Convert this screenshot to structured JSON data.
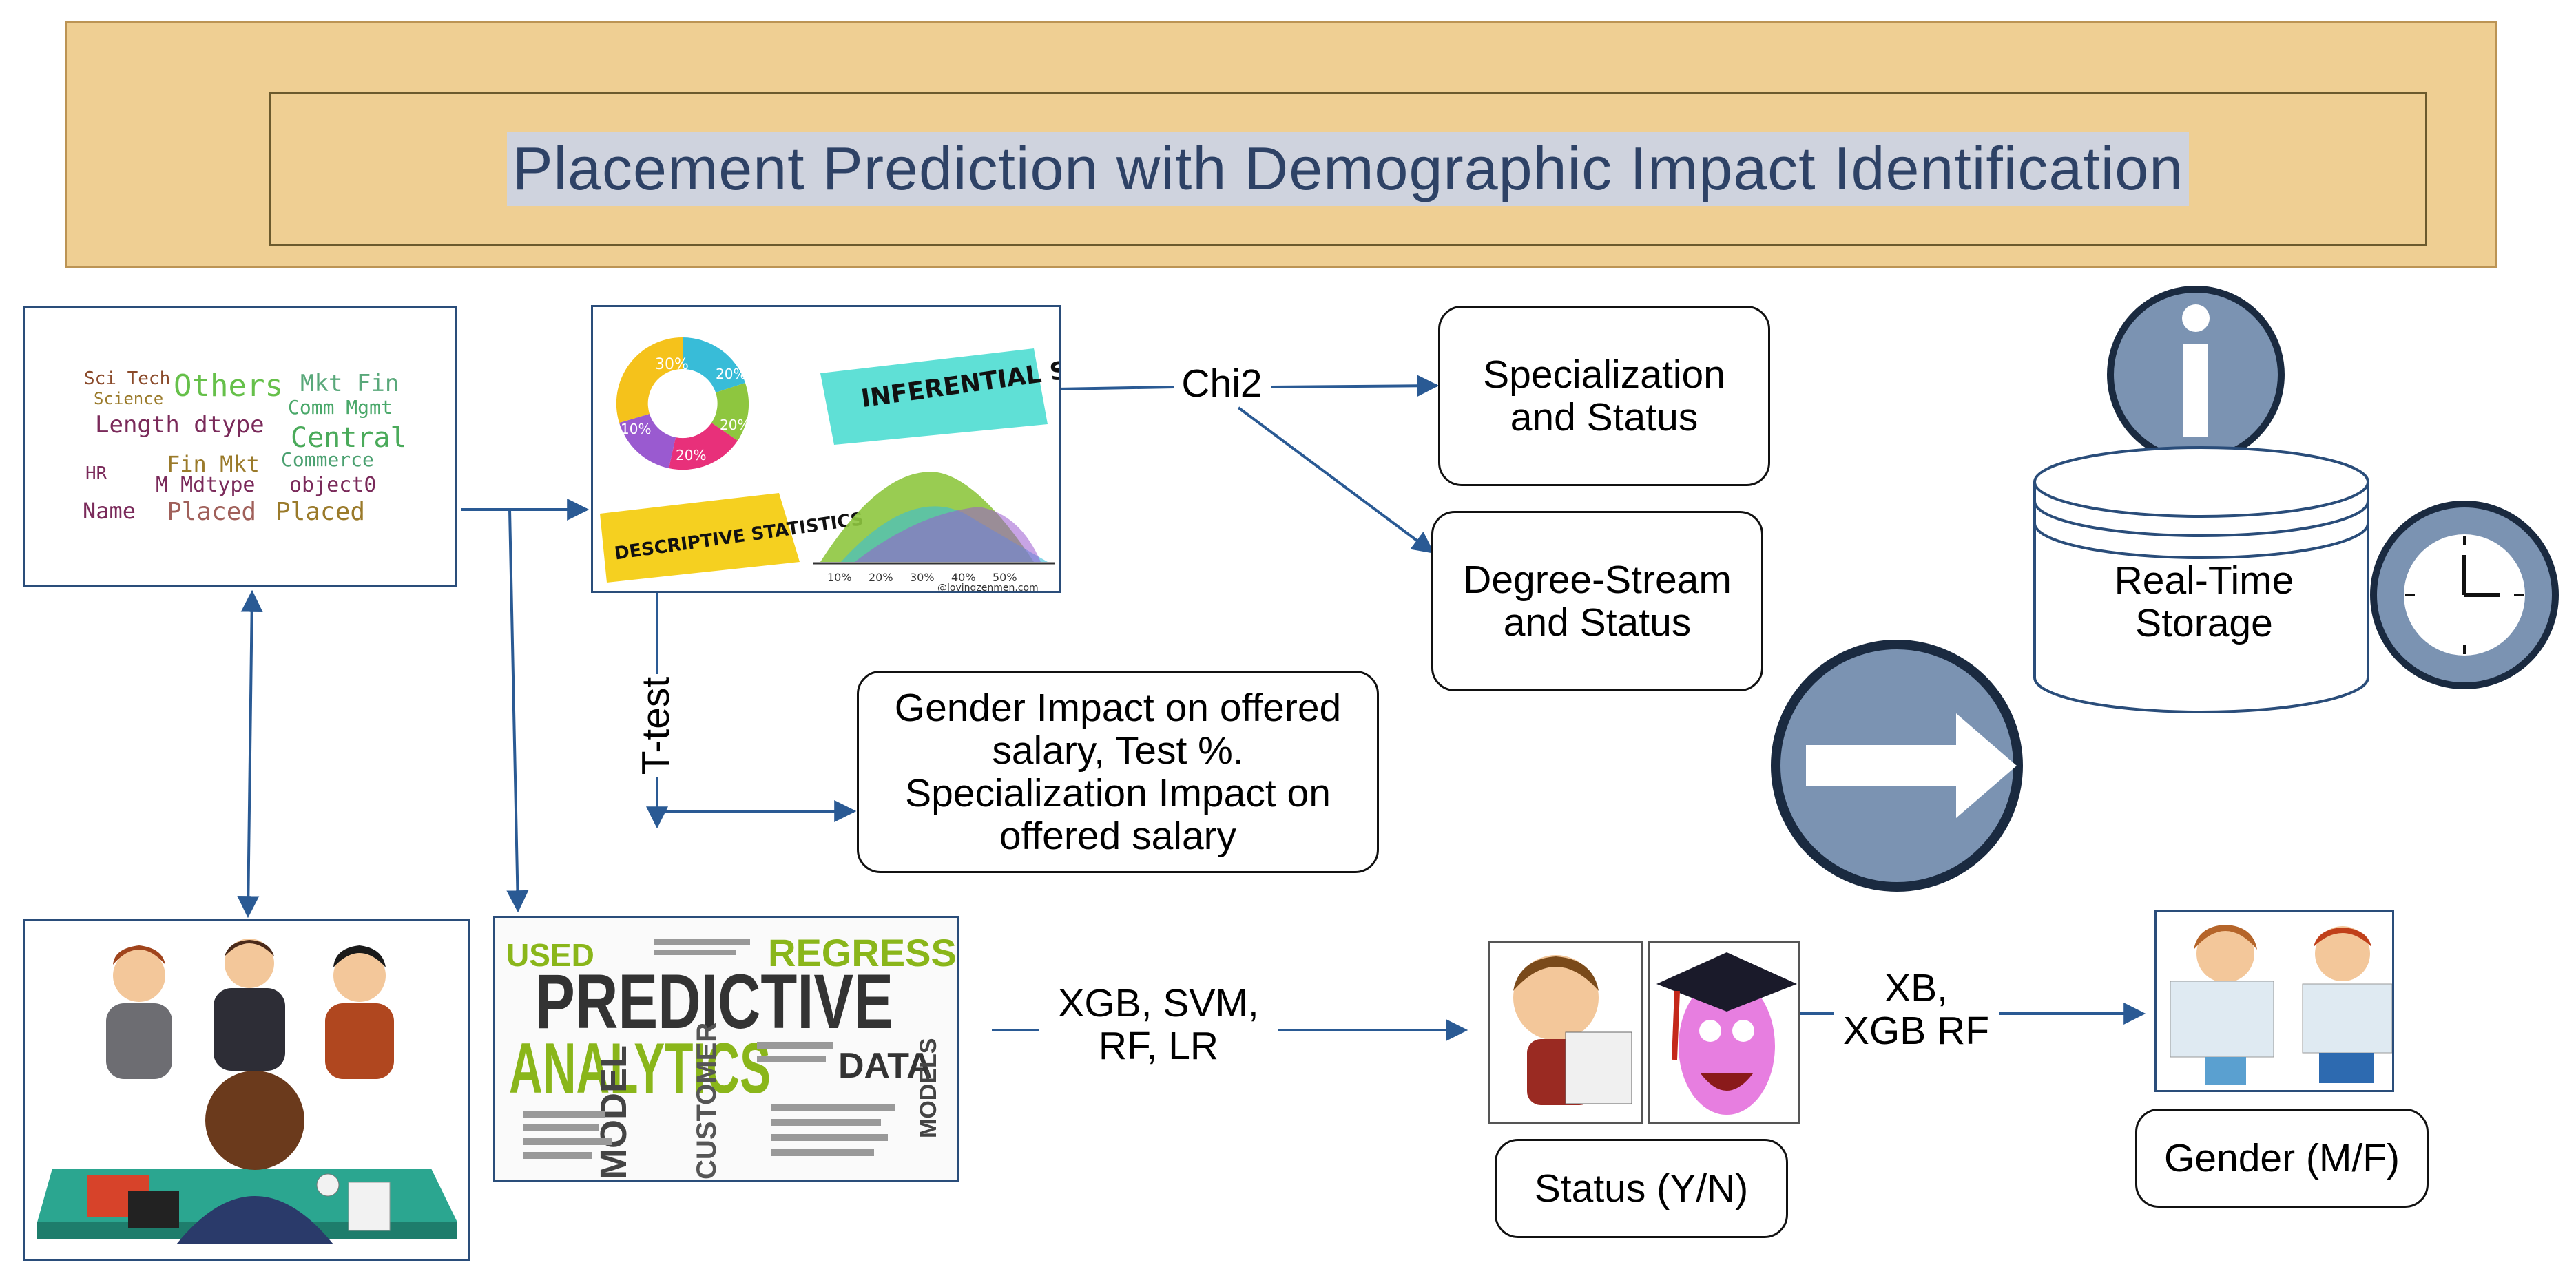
{
  "title": "Placement Prediction with Demographic Impact Identification",
  "wordcloud": {
    "words": [
      "Sci Tech",
      "Others",
      "Mkt Fin",
      "Science",
      "Comm Mgmt",
      "Length dtype",
      "Central",
      "Commerce",
      "Fin Mkt",
      "HR",
      "M Mdtype",
      "object0",
      "Name",
      "Placed",
      "Placed"
    ]
  },
  "stats_image": {
    "inferential": "INFERENTIAL STATISTICS",
    "descriptive": "DESCRIPTIVE STATISTICS",
    "pct": [
      "30%",
      "20%",
      "20%",
      "20%",
      "10%"
    ],
    "axis": [
      "10%",
      "20%",
      "30%",
      "40%",
      "50%"
    ],
    "credit": "@lovingzenmen.com"
  },
  "predictive_image": {
    "line1": "PREDICTIVE",
    "line2": "ANALYTICS",
    "regression": "REGRESSION",
    "used": "USED",
    "data": "DATA",
    "model": "MODEL",
    "customer": "CUSTOMER",
    "models": "MODELS"
  },
  "edges": {
    "chi2": "Chi2",
    "ttest": "T-test",
    "xgb_svm": "XGB, SVM,\nRF, LR",
    "xb": "XB,\nXGB RF"
  },
  "boxes": {
    "spec_status": "Specialization\nand Status",
    "degree_status": "Degree-Stream\nand Status",
    "gender_impact": "Gender Impact on offered\nsalary, Test %.\nSpecialization Impact on\noffered salary",
    "status_yn": "Status (Y/N)",
    "gender_mf": "Gender (M/F)",
    "storage": "Real-Time\nStorage"
  },
  "icons": [
    "info-icon",
    "clock-icon",
    "arrow-right-icon",
    "database-icon"
  ],
  "colors": {
    "banner_fill": "#efcf93",
    "title_text": "#2e4266",
    "arrow": "#2a5a94",
    "icon_fill": "#7b93b2",
    "icon_stroke": "#1a2a40"
  }
}
